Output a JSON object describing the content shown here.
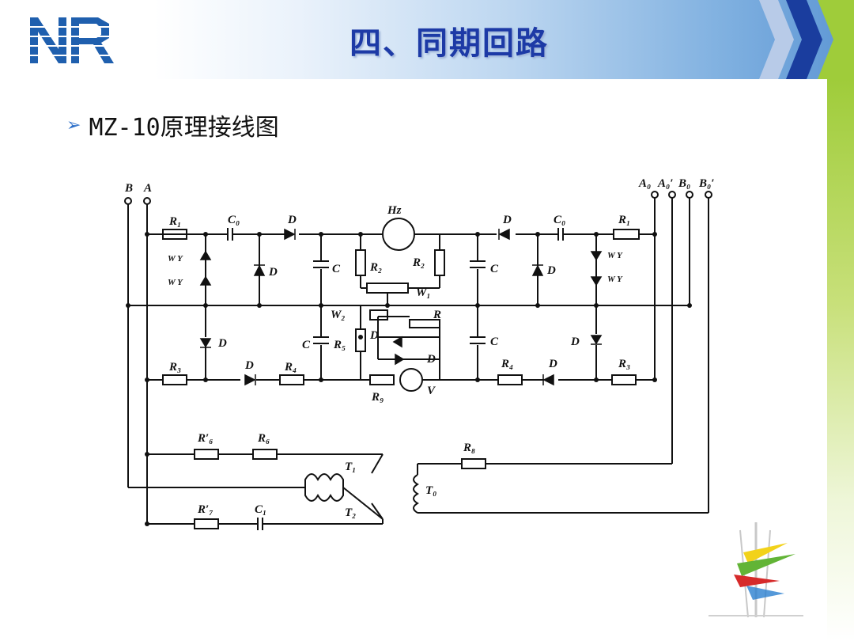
{
  "header": {
    "title": "四、同期回路"
  },
  "bullet": {
    "text": "MZ-10原理接线图"
  },
  "diagram": {
    "terminals_left": [
      "B",
      "A"
    ],
    "terminals_right": [
      "A₀",
      "A₀′",
      "B₀",
      "B₀′"
    ],
    "labels": {
      "R1": "R₁",
      "Cb": "C₀",
      "D": "D",
      "Hz": "Hz",
      "C0": "C₀",
      "R1r": "R₁",
      "WY": "W Y",
      "C": "C",
      "R2": "R₂",
      "W1": "W₁",
      "W2": "W₂",
      "R": "R",
      "R5": "R₅",
      "R3": "R₃",
      "R4": "R₄",
      "R9": "R₉",
      "V": "V",
      "R6p": "R′₆",
      "R6": "R₆",
      "R7p": "R′₇",
      "C1": "C₁",
      "T1": "T₁",
      "T2": "T₂",
      "T0": "T₀",
      "R8": "R₈"
    }
  },
  "colors": {
    "title": "#1d3aa6",
    "accent_green": "#9fcc3a",
    "header_blue": "#5d96d4"
  }
}
